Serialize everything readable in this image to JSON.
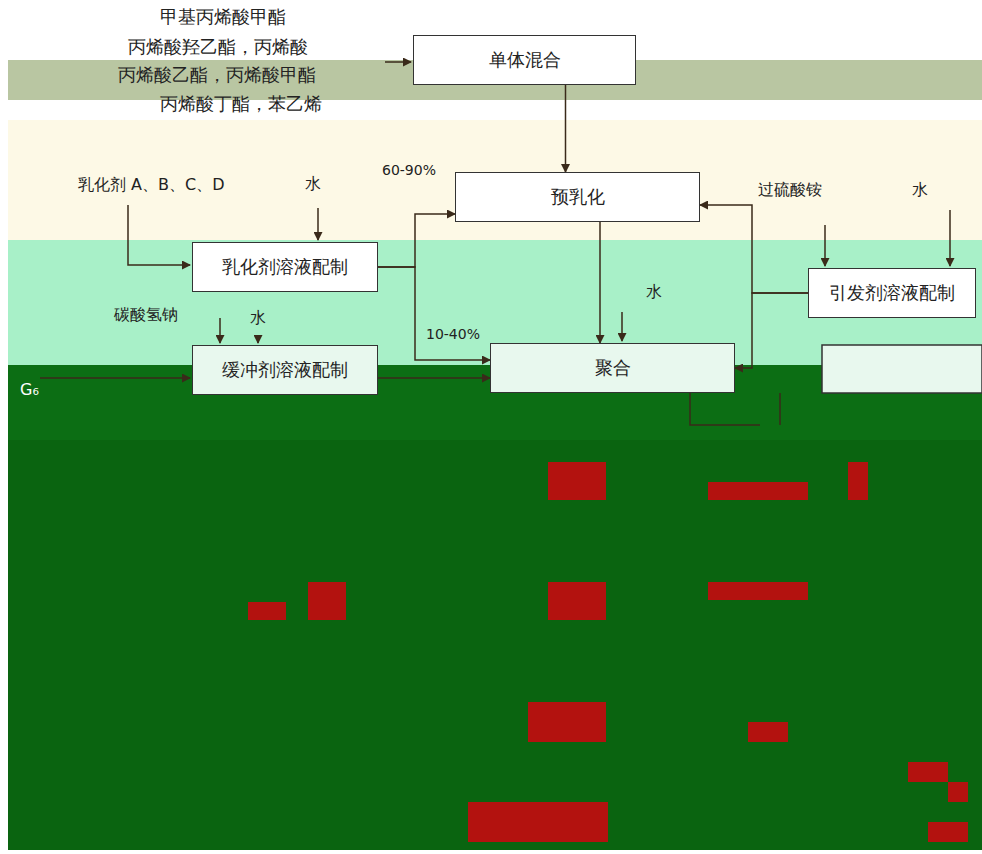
{
  "diagram": {
    "nodes": [
      {
        "text": [
          "单体混合"
        ]
      },
      {
        "text": [
          "预乳化"
        ]
      },
      {
        "text": [
          "乳化剂溶液配制"
        ]
      },
      {
        "text": [
          "引发剂溶液配制"
        ]
      },
      {
        "text": [
          "缓冲剂溶液配制"
        ]
      },
      {
        "text": [
          "聚合"
        ]
      }
    ],
    "edges": [
      {
        "from": 0,
        "to": 1,
        "arrow": "to"
      },
      {
        "from": 2,
        "to": 1,
        "label": "60-90%",
        "arrow": "to"
      },
      {
        "from": 2,
        "to": 5,
        "label": "10-40%",
        "arrow": "to"
      },
      {
        "from": 3,
        "to": 1,
        "arrow": "to"
      },
      {
        "from": 3,
        "to": 5,
        "arrow": "to"
      },
      {
        "from": 4,
        "to": 5,
        "arrow": "to"
      },
      {
        "from": 1,
        "to": 5,
        "arrow": "to"
      }
    ],
    "labels": [
      "甲基丙烯酸甲酯",
      "丙烯酸羟乙酯，丙烯酸",
      "丙烯酸乙酯，丙烯酸甲酯",
      "丙烯酸丁酯，苯乙烯",
      "乳化剂 A、B、C、D",
      "水",
      "过硫酸铵",
      "水",
      "水",
      "碳酸氢钠",
      "水",
      "G₆"
    ]
  }
}
